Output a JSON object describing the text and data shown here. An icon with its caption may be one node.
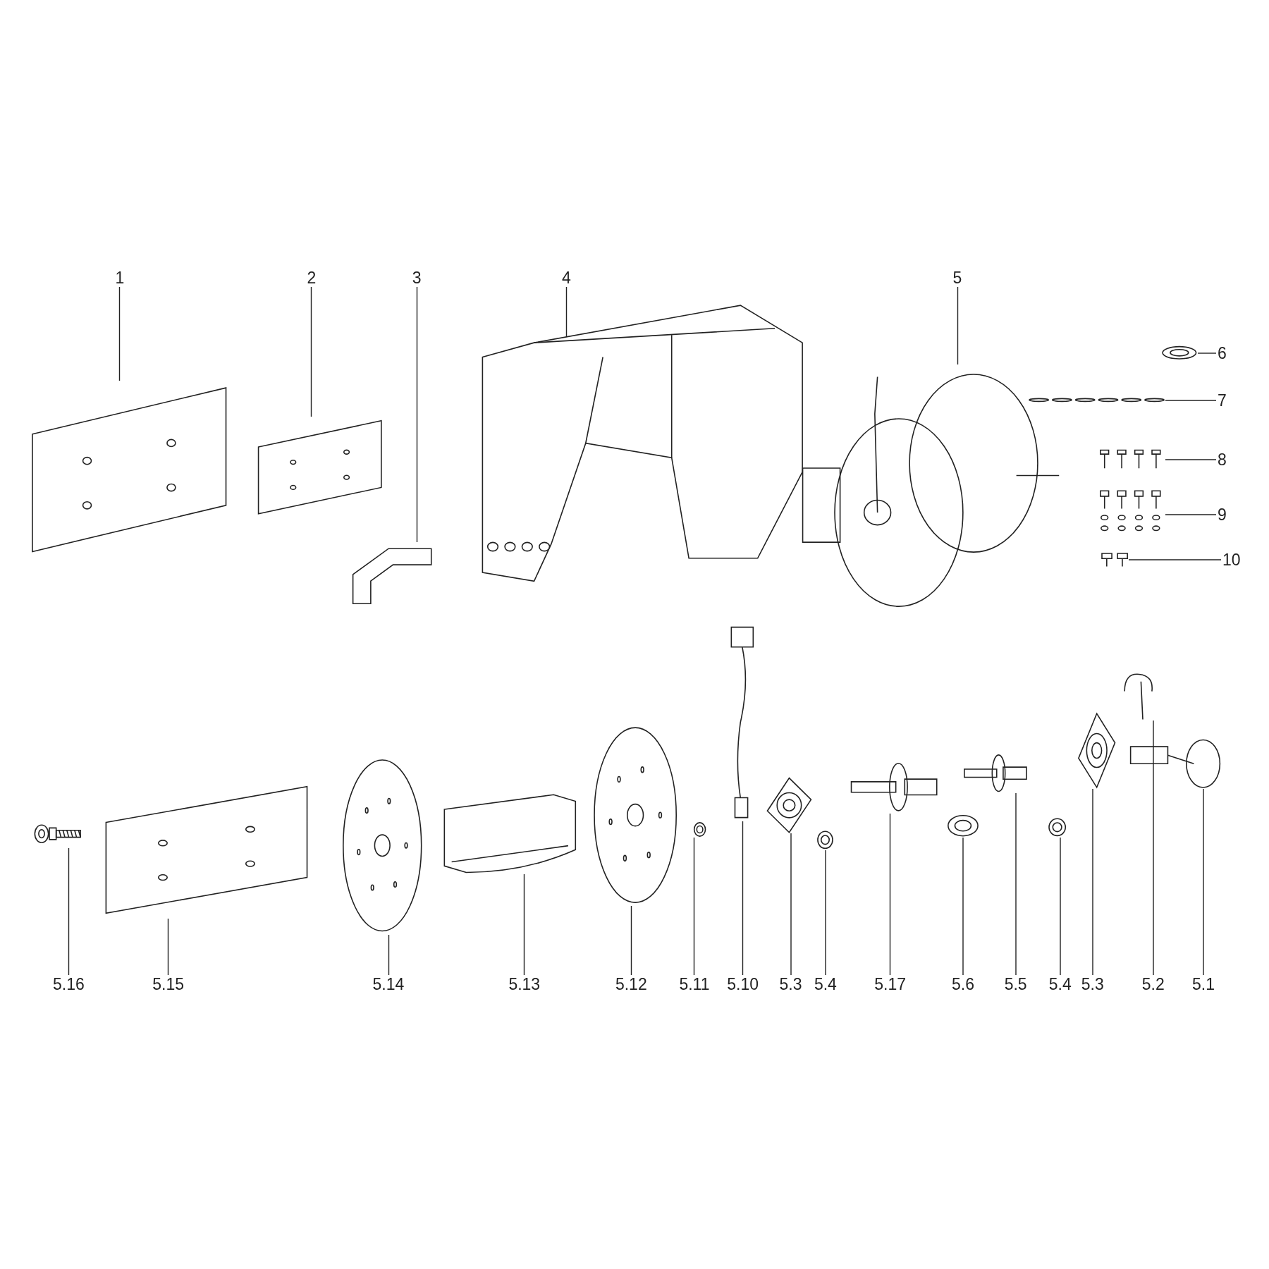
{
  "diagram": {
    "nodes": [
      {
        "text": [
          "1"
        ]
      },
      {
        "text": [
          "2"
        ]
      },
      {
        "text": [
          "3"
        ]
      },
      {
        "text": [
          "4"
        ]
      },
      {
        "text": [
          "5"
        ]
      },
      {
        "text": [
          "6"
        ]
      },
      {
        "text": [
          "7"
        ]
      },
      {
        "text": [
          "8"
        ]
      },
      {
        "text": [
          "9"
        ]
      },
      {
        "text": [
          "10"
        ]
      },
      {
        "text": [
          "5.16"
        ]
      },
      {
        "text": [
          "5.15"
        ]
      },
      {
        "text": [
          "5.14"
        ]
      },
      {
        "text": [
          "5.13"
        ]
      },
      {
        "text": [
          "5.12"
        ]
      },
      {
        "text": [
          "5.11"
        ]
      },
      {
        "text": [
          "5.10"
        ]
      },
      {
        "text": [
          "5.3"
        ]
      },
      {
        "text": [
          "5.4"
        ]
      },
      {
        "text": [
          "5.17"
        ]
      },
      {
        "text": [
          "5.6"
        ]
      },
      {
        "text": [
          "5.5"
        ]
      },
      {
        "text": [
          "5.4"
        ]
      },
      {
        "text": [
          "5.3"
        ]
      },
      {
        "text": [
          "5.2"
        ]
      },
      {
        "text": [
          "5.1"
        ]
      },
      {
        "text": [],
        "shape": "picture"
      },
      {
        "text": [],
        "shape": "picture"
      },
      {
        "text": [],
        "shape": "picture"
      },
      {
        "text": [],
        "shape": "picture"
      },
      {
        "text": [],
        "shape": "picture"
      },
      {
        "text": [],
        "shape": "picture"
      },
      {
        "text": [],
        "shape": "picture"
      },
      {
        "text": [],
        "shape": "picture"
      },
      {
        "text": [],
        "shape": "picture"
      },
      {
        "text": [],
        "shape": "picture"
      },
      {
        "text": [],
        "shape": "picture"
      },
      {
        "text": [],
        "shape": "picture"
      },
      {
        "text": [],
        "shape": "picture"
      },
      {
        "text": [],
        "shape": "picture"
      },
      {
        "text": [],
        "shape": "picture"
      },
      {
        "text": [],
        "shape": "picture"
      },
      {
        "text": [],
        "shape": "picture"
      },
      {
        "text": [],
        "shape": "picture"
      },
      {
        "text": [],
        "shape": "picture"
      },
      {
        "text": [],
        "shape": "picture"
      },
      {
        "text": [],
        "shape": "picture"
      },
      {
        "text": [],
        "shape": "picture"
      },
      {
        "text": [],
        "shape": "picture"
      },
      {
        "text": [],
        "shape": "picture"
      },
      {
        "text": [],
        "shape": "picture"
      },
      {
        "text": [],
        "shape": "picture"
      }
    ],
    "edges": [
      {
        "from": 0,
        "to": 26,
        "arrow": "none"
      },
      {
        "from": 1,
        "to": 27,
        "arrow": "none"
      },
      {
        "from": 2,
        "to": 28,
        "arrow": "none"
      },
      {
        "from": 3,
        "to": 29,
        "arrow": "none"
      },
      {
        "from": 4,
        "to": 30,
        "arrow": "none"
      },
      {
        "from": 5,
        "to": 31,
        "arrow": "none"
      },
      {
        "from": 6,
        "to": 32,
        "arrow": "none"
      },
      {
        "from": 7,
        "to": 33,
        "arrow": "none"
      },
      {
        "from": 8,
        "to": 34,
        "arrow": "none"
      },
      {
        "from": 9,
        "to": 35,
        "arrow": "none"
      },
      {
        "from": 10,
        "to": 36,
        "arrow": "none"
      },
      {
        "from": 11,
        "to": 37,
        "arrow": "none"
      },
      {
        "from": 12,
        "to": 38,
        "arrow": "none"
      },
      {
        "from": 13,
        "to": 39,
        "arrow": "none"
      },
      {
        "from": 14,
        "to": 40,
        "arrow": "none"
      },
      {
        "from": 15,
        "to": 41,
        "arrow": "none"
      },
      {
        "from": 16,
        "to": 42,
        "arrow": "none"
      },
      {
        "from": 17,
        "to": 43,
        "arrow": "none"
      },
      {
        "from": 18,
        "to": 44,
        "arrow": "none"
      },
      {
        "from": 19,
        "to": 45,
        "arrow": "none"
      },
      {
        "from": 20,
        "to": 46,
        "arrow": "none"
      },
      {
        "from": 21,
        "to": 47,
        "arrow": "none"
      },
      {
        "from": 22,
        "to": 48,
        "arrow": "none"
      },
      {
        "from": 23,
        "to": 49,
        "arrow": "none"
      },
      {
        "from": 24,
        "to": 50,
        "arrow": "none"
      },
      {
        "from": 25,
        "to": 51,
        "arrow": "none"
      }
    ]
  }
}
